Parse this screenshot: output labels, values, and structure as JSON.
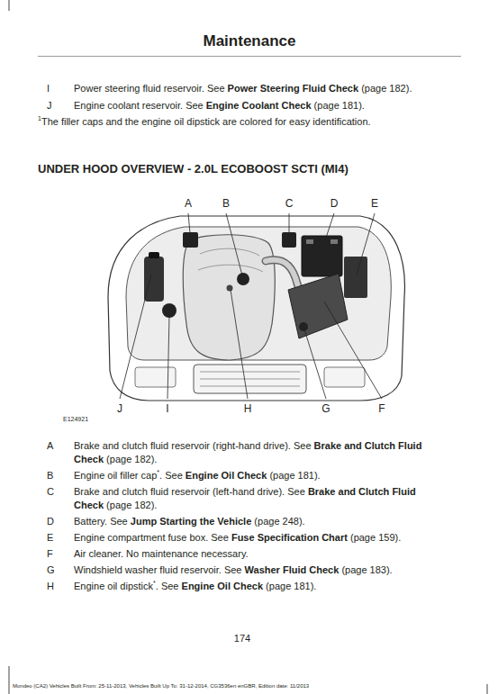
{
  "diagram": {
    "title": "Maintenance",
    "labels": [
      "I",
      "Power steering fluid reservoir. See",
      "Power Steering Fluid Check",
      "(page 182).",
      "J",
      "Engine coolant reservoir. See",
      "Engine Coolant Check",
      "(page 181).",
      "1",
      "The filler caps and the engine oil dipstick are colored for easy identification.",
      "UNDER HOOD OVERVIEW - 2.0L ECOBOOST SCTI (MI4)",
      "A",
      "B",
      "C",
      "D",
      "E",
      "J",
      "I",
      "H",
      "G",
      "F",
      "E124921",
      "A",
      "Brake and clutch fluid reservoir (right-hand drive). See",
      "Brake and Clutch Fluid Check",
      "(page 182).",
      "B",
      "Engine oil filler cap",
      "*",
      ". See",
      "Engine Oil Check",
      "(page 181).",
      "C",
      "Brake and clutch fluid reservoir (left-hand drive). See",
      "Brake and Clutch Fluid Check",
      "(page 182).",
      "D",
      "Battery. See",
      "Jump Starting the Vehicle",
      "(page 248).",
      "E",
      "Engine compartment fuse box. See",
      "Fuse Specification Chart",
      "(page 159).",
      "F",
      "Air cleaner. No maintenance necessary.",
      "G",
      "Windshield washer fluid reservoir. See",
      "Washer Fluid Check",
      "(page 183).",
      "H",
      "Engine oil dipstick",
      "*",
      ". See",
      "Engine Oil Check",
      "(page 181).",
      "174",
      "Mondeo (CA2) Vehicles Built From: 25-11-2013, Vehicles Built Up To: 31-12-2014, CG3536en enGBR, Edition date: 11/2013"
    ]
  }
}
